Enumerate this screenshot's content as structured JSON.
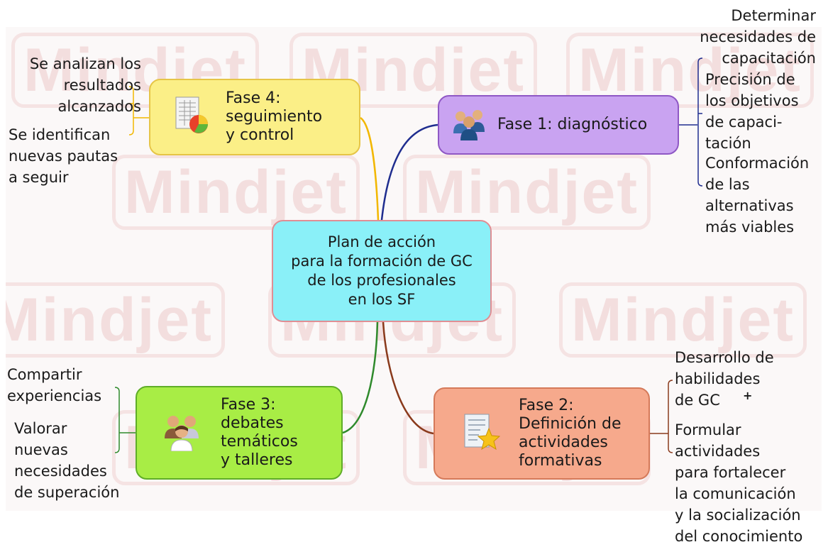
{
  "watermark": {
    "text": "Mindjet"
  },
  "center": {
    "label": "Plan de acción\npara la formación de GC\nde los profesionales\nen los SF"
  },
  "fase1": {
    "label": "Fase 1: diagnóstico",
    "icon": "people-group-icon",
    "color": "#c9a3f1",
    "branch_color": "#1f2d8f",
    "items": [
      "Determinar\nnecesidades de\ncapacitación",
      "Precisión de\nlos objetivos\nde capaci-\ntación",
      "Conformación\nde las\nalternativas\nmás viables"
    ]
  },
  "fase2": {
    "label": "Fase 2:\nDefinición de\nactividades\nformativas",
    "icon": "document-star-icon",
    "color": "#f6a98c",
    "branch_color": "#8a3a1c",
    "items": [
      "Desarrollo de\nhabilidades\nde GC",
      "Formular\nactividades\npara fortalecer\nla comunicación\ny la socialización\ndel conocimiento"
    ],
    "expand_marker": "+"
  },
  "fase3": {
    "label": "Fase 3:\ndebates\ntemáticos\ny talleres",
    "icon": "team-people-icon",
    "color": "#a8ed45",
    "branch_color": "#2f8a2c",
    "items": [
      "Compartir\nexperiencias",
      "Valorar\nnuevas\nnecesidades\nde superación"
    ]
  },
  "fase4": {
    "label": "Fase 4:\nseguimiento\ny control",
    "icon": "report-chart-icon",
    "color": "#fbef87",
    "branch_color": "#f2b700",
    "items": [
      "Se analizan los\nresultados\nalcanzados",
      "Se identifican\nnuevas pautas\na seguir"
    ]
  }
}
